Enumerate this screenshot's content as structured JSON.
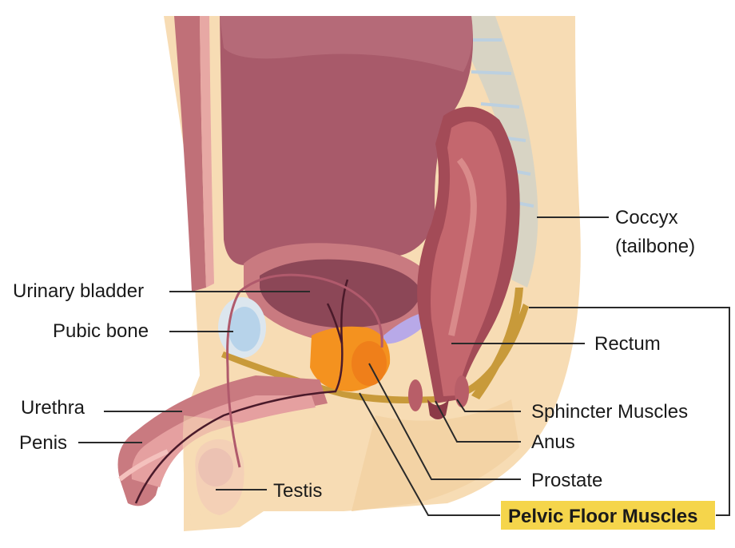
{
  "labels": {
    "coccyx": "Coccyx",
    "coccyx_sub": "(tailbone)",
    "urinary_bladder": "Urinary bladder",
    "pubic_bone": "Pubic bone",
    "rectum": "Rectum",
    "urethra": "Urethra",
    "sphincter_muscles": "Sphincter Muscles",
    "penis": "Penis",
    "anus": "Anus",
    "prostate": "Prostate",
    "testis": "Testis",
    "pelvic_floor_muscles": "Pelvic Floor Muscles"
  },
  "colors": {
    "skin": "#f7dcb4",
    "skin_dark": "#ecc493",
    "bladder_wall": "#c97a80",
    "bladder_inner": "#8c4757",
    "abdomen": "#a85a6a",
    "rectum": "#c4676e",
    "rectum_dark": "#a34b57",
    "prostate": "#f4921f",
    "pubic_bone": "#b7d3ea",
    "pelvic_floor": "#c89a3a",
    "highlight": "#f5d54b",
    "spine": "#d8d4c4",
    "seminal": "#b8a9e8"
  }
}
